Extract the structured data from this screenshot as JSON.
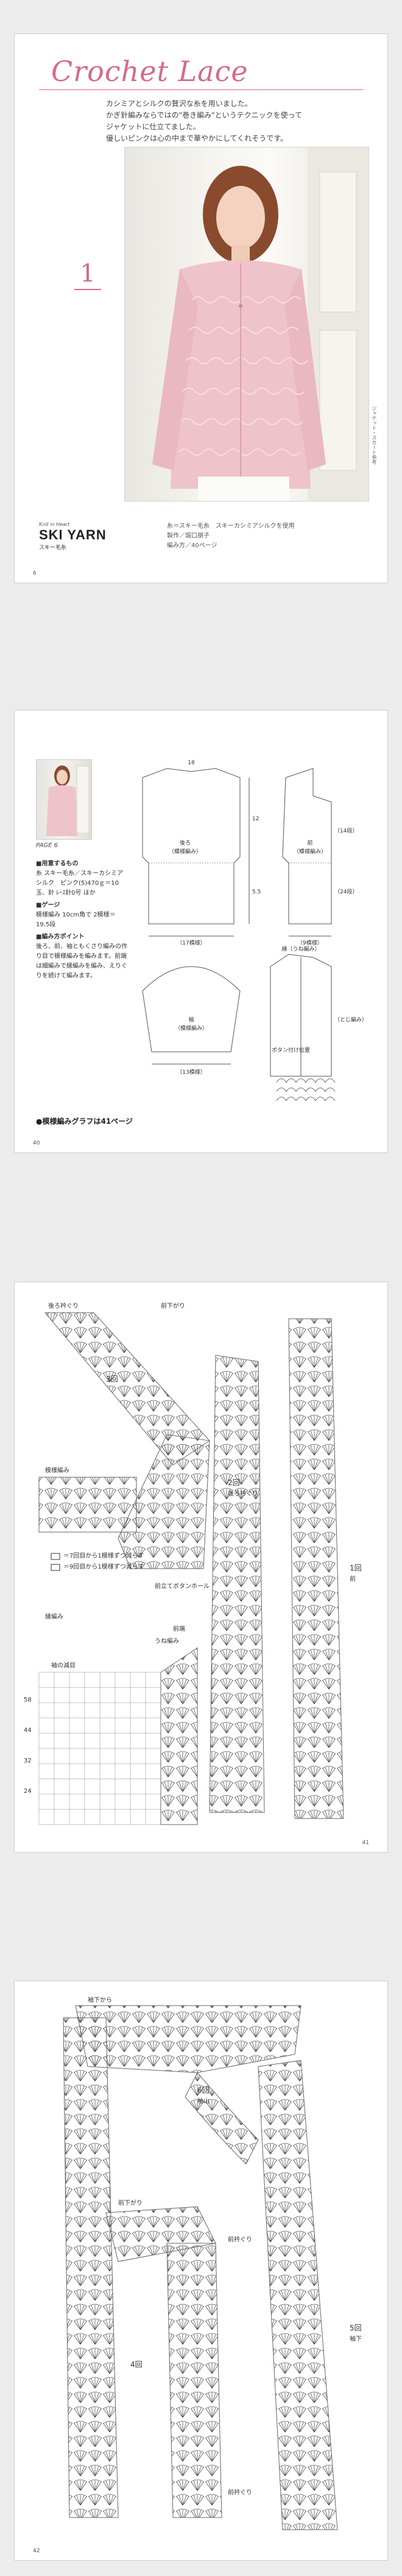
{
  "page1": {
    "title": "Crochet Lace",
    "intro_lines": [
      "カシミアとシルクの贅沢な糸を用いました。",
      "かぎ針編みならではの\"巻き編み\"というテクニックを使って",
      "ジャケットに仕立てました。",
      "優しいピンクは心の中まで華やかにしてくれそうです。"
    ],
    "number": "1",
    "brand_tagline": "Knit in Heart",
    "brand_name": "SKI YARN",
    "brand_sub": "スキー毛糸",
    "credit_lines": [
      "糸＝スキー毛糸　スキーカシミアシルクを使用",
      "製作／堀口朋子",
      "編み方／40ページ"
    ],
    "side_note": "ジャケット・スカート参考",
    "page_number": "6"
  },
  "page2": {
    "page_label": "PAGE 6",
    "spec": [
      {
        "heading": "■用意するもの",
        "body": "糸 スキー毛糸／スキーカシミアシルク　ピンク(5)470ｇ＝10玉、針 ﾚｰｽ針0号 ほか"
      },
      {
        "heading": "■ゲージ",
        "body": "模様編み 10cm角で 2模様＝19.5段"
      },
      {
        "heading": "■編み方ポイント",
        "body": "後ろ、前、袖ともくさり編みの作り目で模様編みを編みます。前端は細編みで縁編みを編み、えりぐりを続けて編みます。"
      }
    ],
    "diagram_labels": {
      "back": "後ろ",
      "back_sub": "（模様編み）",
      "front": "前",
      "front_sub": "（模様編み）",
      "sleeve": "袖",
      "sleeve_sub": "（模様編み）",
      "border": "縁（うね編み）",
      "stitch": "（とじ編み）",
      "button": "ボタン付け位置",
      "dim_back_w": "（17模様）",
      "dim_front_w": "（9模様）",
      "dim_sleeve_w": "（13模様）",
      "dim_a": "18",
      "dim_b": "12",
      "dim_c": "5.5",
      "dim_d": "（14段）",
      "dim_e": "（24段）"
    },
    "footnote": "●模様編みグラフは41ページ",
    "page_number": "40"
  },
  "page3": {
    "labels": {
      "edge_top": "後ろ衿ぐり",
      "collar": "前下がり",
      "edge3": "3回",
      "pattern": "模様編み",
      "edge2": "2回",
      "edge2b": "後ろ衿ぐり",
      "edge1": "1回",
      "edge1b": "前",
      "edge_border": "縁編み",
      "legend_a": "＝7回目から1模様ずつ減らす",
      "legend_b": "＝9回目から1模様ずつ減らす",
      "button_hole": "前立てボタンホール",
      "edge_back": "うね編み",
      "side_dec": "袖の減目",
      "buttonhole_right": "前端",
      "n58": "58",
      "n32": "32",
      "n44": "44",
      "n24": "24"
    },
    "page_number": "41"
  },
  "page4": {
    "labels": {
      "top": "袖下から",
      "p6": "6回",
      "p6b": "袖山",
      "p7": "前下がり",
      "p8": "前衿ぐり",
      "p4": "4回",
      "p5": "5回",
      "p5b": "袖下",
      "p9": "前衿ぐり"
    },
    "page_number": "42"
  },
  "colors": {
    "accent_pink": "#d46a8e",
    "jacket_pink": "#eec3c9",
    "line_gray": "#555555"
  }
}
